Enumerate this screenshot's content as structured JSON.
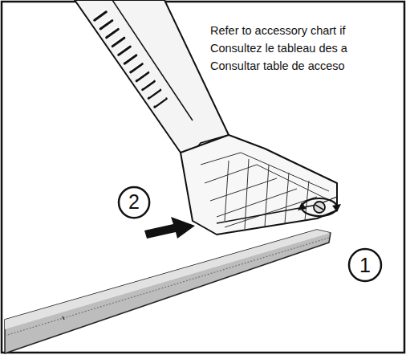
{
  "diagram": {
    "nodes": [
      {
        "text": [
          "2"
        ]
      },
      {
        "text": [
          "1"
        ]
      }
    ],
    "labels": [
      "Refer to accessory chart if",
      "Consultez le tableau des a",
      "Consultar table de acceso"
    ]
  }
}
